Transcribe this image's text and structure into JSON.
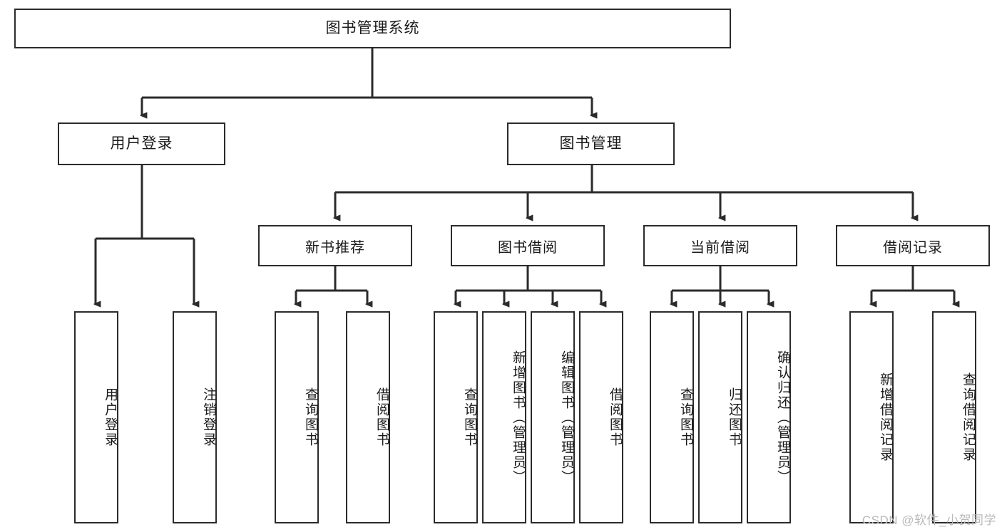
{
  "diagram": {
    "type": "tree",
    "title": "图书管理系统",
    "orientation": "top-down",
    "colors": {
      "node_border": "#2b2b2b",
      "node_fill": "#ffffff",
      "edge": "#2b2b2b",
      "background": "#ffffff",
      "watermark": "#b9b9b9"
    },
    "root": {
      "label": "图书管理系统"
    },
    "level2": [
      {
        "label": "用户登录"
      },
      {
        "label": "图书管理"
      }
    ],
    "level3": [
      {
        "label": "新书推荐"
      },
      {
        "label": "图书借阅"
      },
      {
        "label": "当前借阅"
      },
      {
        "label": "借阅记录"
      }
    ],
    "leaves": {
      "user_login": [
        {
          "label": "用户登录"
        },
        {
          "label": "注销登录"
        }
      ],
      "new_book_recommend": [
        {
          "label": "查询图书"
        },
        {
          "label": "借阅图书"
        }
      ],
      "book_borrow": [
        {
          "label": "查询图书"
        },
        {
          "label": "新增图书（管理员）"
        },
        {
          "label": "编辑图书（管理员）"
        },
        {
          "label": "借阅图书"
        }
      ],
      "current_borrow": [
        {
          "label": "查询图书"
        },
        {
          "label": "归还图书"
        },
        {
          "label": "确认归还（管理员）"
        }
      ],
      "borrow_record": [
        {
          "label": "新增借阅记录"
        },
        {
          "label": "查询借阅记录"
        }
      ]
    }
  },
  "watermark": {
    "text": "CSDN @软件_小贺同学"
  }
}
